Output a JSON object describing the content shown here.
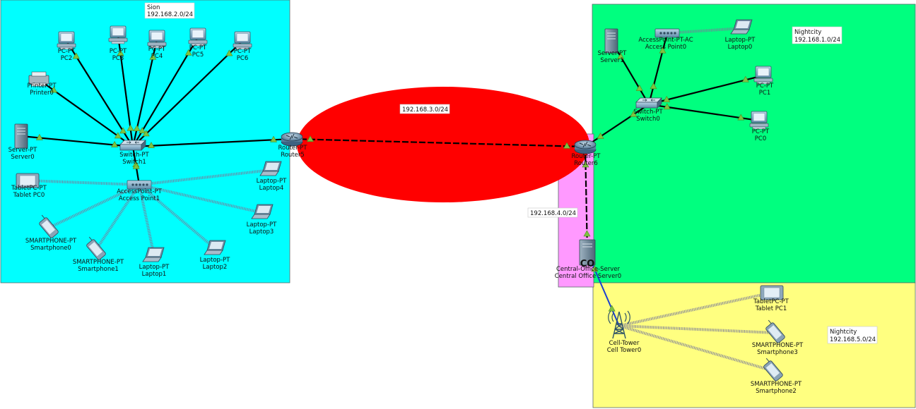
{
  "zones": {
    "sion": {
      "color": "#00ffff",
      "note": [
        "Sion",
        "192.168.2.0/24"
      ]
    },
    "nightcity_lan": {
      "color": "#00ff7f",
      "note": [
        "Nightcity",
        "192.168.1.0/24"
      ]
    },
    "wan": {
      "color": "#ff0000",
      "note": [
        "192.168.3.0/24"
      ]
    },
    "co": {
      "color": "#ff99ff",
      "note": [
        "192.168.4.0/24"
      ]
    },
    "nightcity_cell": {
      "color": "#ffff80",
      "note": [
        "Nightcity",
        "192.168.5.0/24"
      ]
    }
  },
  "devices": {
    "pc2": {
      "type": "PC-PT",
      "name": "PC2",
      "icon": "pc-icon"
    },
    "pc3": {
      "type": "PC-PT",
      "name": "PC3",
      "icon": "pc-icon"
    },
    "pc4": {
      "type": "PC-PT",
      "name": "PC4",
      "icon": "pc-icon"
    },
    "pc5": {
      "type": "PC-PT",
      "name": "PC5",
      "icon": "pc-icon"
    },
    "pc6": {
      "type": "PC-PT",
      "name": "PC6",
      "icon": "pc-icon"
    },
    "printer0": {
      "type": "Printer-PT",
      "name": "Printer0",
      "icon": "printer-icon"
    },
    "server0": {
      "type": "Server-PT",
      "name": "Server0",
      "icon": "server-icon"
    },
    "switch1": {
      "type": "Switch-PT",
      "name": "Switch1",
      "icon": "switch-icon"
    },
    "router5": {
      "type": "Router-PT",
      "name": "Router5",
      "icon": "router-icon"
    },
    "tablet0": {
      "type": "TabletPC-PT",
      "name": "Tablet PC0",
      "icon": "tablet-icon"
    },
    "ap1": {
      "type": "AccessPoint-PT",
      "name": "Access Point1",
      "icon": "access-point-icon"
    },
    "laptop4": {
      "type": "Laptop-PT",
      "name": "Laptop4",
      "icon": "laptop-icon"
    },
    "laptop3": {
      "type": "Laptop-PT",
      "name": "Laptop3",
      "icon": "laptop-icon"
    },
    "laptop2": {
      "type": "Laptop-PT",
      "name": "Laptop2",
      "icon": "laptop-icon"
    },
    "laptop1": {
      "type": "Laptop-PT",
      "name": "Laptop1",
      "icon": "laptop-icon"
    },
    "smart0": {
      "type": "SMARTPHONE-PT",
      "name": "Smartphone0",
      "icon": "smartphone-icon"
    },
    "smart1": {
      "type": "SMARTPHONE-PT",
      "name": "Smartphone1",
      "icon": "smartphone-icon"
    },
    "server1": {
      "type": "Server-PT",
      "name": "Server1",
      "icon": "server-icon"
    },
    "ap0": {
      "type": "AccessPoint-PT-AC",
      "name": "Access Point0",
      "icon": "access-point-icon"
    },
    "laptop0": {
      "type": "Laptop-PT",
      "name": "Laptop0",
      "icon": "laptop-icon"
    },
    "pc1": {
      "type": "PC-PT",
      "name": "PC1",
      "icon": "pc-icon"
    },
    "pc0": {
      "type": "PC-PT",
      "name": "PC0",
      "icon": "pc-icon"
    },
    "switch0": {
      "type": "Switch-PT",
      "name": "Switch0",
      "icon": "switch-icon"
    },
    "router6": {
      "type": "Router-PT",
      "name": "Router6",
      "icon": "router-icon"
    },
    "coserver": {
      "type": "Central-Office-Server",
      "name": "Central Office Server0",
      "icon": "central-office-server-icon",
      "badge": "CO"
    },
    "celltower": {
      "type": "Cell-Tower",
      "name": "Cell Tower0",
      "icon": "cell-tower-icon"
    },
    "tablet1": {
      "type": "TabletPC-PT",
      "name": "Tablet PC1",
      "icon": "tablet-icon"
    },
    "smart3": {
      "type": "SMARTPHONE-PT",
      "name": "Smartphone3",
      "icon": "smartphone-icon"
    },
    "smart2": {
      "type": "SMARTPHONE-PT",
      "name": "Smartphone2",
      "icon": "smartphone-icon"
    }
  },
  "links": [
    {
      "from": "switch1",
      "to": "pc2",
      "medium": "copper"
    },
    {
      "from": "switch1",
      "to": "pc3",
      "medium": "copper"
    },
    {
      "from": "switch1",
      "to": "pc4",
      "medium": "copper"
    },
    {
      "from": "switch1",
      "to": "pc5",
      "medium": "copper"
    },
    {
      "from": "switch1",
      "to": "pc6",
      "medium": "copper"
    },
    {
      "from": "switch1",
      "to": "printer0",
      "medium": "copper"
    },
    {
      "from": "switch1",
      "to": "server0",
      "medium": "copper"
    },
    {
      "from": "switch1",
      "to": "router5",
      "medium": "copper"
    },
    {
      "from": "switch1",
      "to": "ap1",
      "medium": "copper"
    },
    {
      "from": "ap1",
      "to": "tablet0",
      "medium": "wireless"
    },
    {
      "from": "ap1",
      "to": "laptop4",
      "medium": "wireless"
    },
    {
      "from": "ap1",
      "to": "laptop3",
      "medium": "wireless"
    },
    {
      "from": "ap1",
      "to": "laptop2",
      "medium": "wireless"
    },
    {
      "from": "ap1",
      "to": "laptop1",
      "medium": "wireless"
    },
    {
      "from": "ap1",
      "to": "smart0",
      "medium": "wireless"
    },
    {
      "from": "ap1",
      "to": "smart1",
      "medium": "wireless"
    },
    {
      "from": "router5",
      "to": "router6",
      "medium": "serial"
    },
    {
      "from": "router6",
      "to": "switch0",
      "medium": "copper"
    },
    {
      "from": "switch0",
      "to": "server1",
      "medium": "copper"
    },
    {
      "from": "switch0",
      "to": "ap0",
      "medium": "copper"
    },
    {
      "from": "switch0",
      "to": "pc1",
      "medium": "copper"
    },
    {
      "from": "switch0",
      "to": "pc0",
      "medium": "copper"
    },
    {
      "from": "ap0",
      "to": "laptop0",
      "medium": "wireless"
    },
    {
      "from": "router6",
      "to": "coserver",
      "medium": "serial"
    },
    {
      "from": "coserver",
      "to": "celltower",
      "medium": "coaxial"
    },
    {
      "from": "celltower",
      "to": "tablet1",
      "medium": "wireless"
    },
    {
      "from": "celltower",
      "to": "smart3",
      "medium": "wireless"
    },
    {
      "from": "celltower",
      "to": "smart2",
      "medium": "wireless"
    }
  ],
  "colors": {
    "copper": "#000000",
    "serial": "#000000",
    "wireless": "#7a7a9a",
    "coaxial": "#1a3fcf",
    "link_up": "#7fc241"
  }
}
